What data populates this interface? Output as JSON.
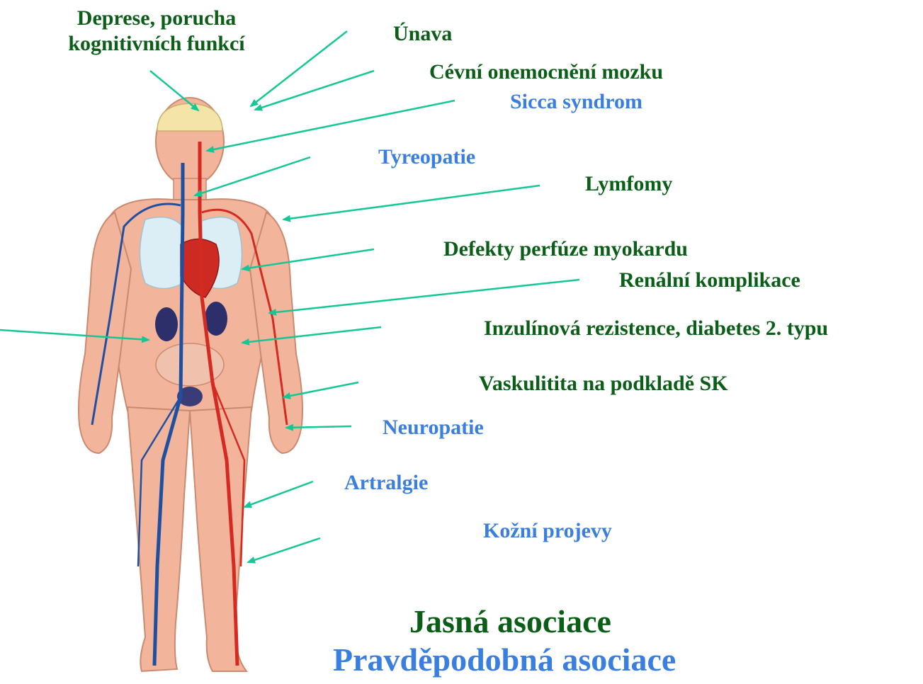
{
  "colors": {
    "clear_association": "#0b5e17",
    "probable_association": "#3a7fe0",
    "arrow": "#16c796",
    "skin": "#f2b49a",
    "vein": "#1f4fa0",
    "artery": "#d42a22"
  },
  "labels": {
    "deprese_line1": "Deprese, porucha",
    "deprese_line2": "kognitivních funkcí",
    "unava": "Únava",
    "cevni": "Cévní onemocnění mozku",
    "sicca": "Sicca syndrom",
    "tyreopatie": "Tyreopatie",
    "lymfomy": "Lymfomy",
    "defekty": "Defekty perfúze myokardu",
    "renalni": "Renální komplikace",
    "inzulinova": "Inzulínová rezistence,  diabetes 2. typu",
    "vaskulitita": "Vaskulitita na podkladě SK",
    "neuropatie": "Neuropatie",
    "artralgie": "Artralgie",
    "kozni": "Kožní projevy"
  },
  "legend": {
    "clear": "Jasná asociace",
    "probable": "Pravděpodobná asociace"
  }
}
